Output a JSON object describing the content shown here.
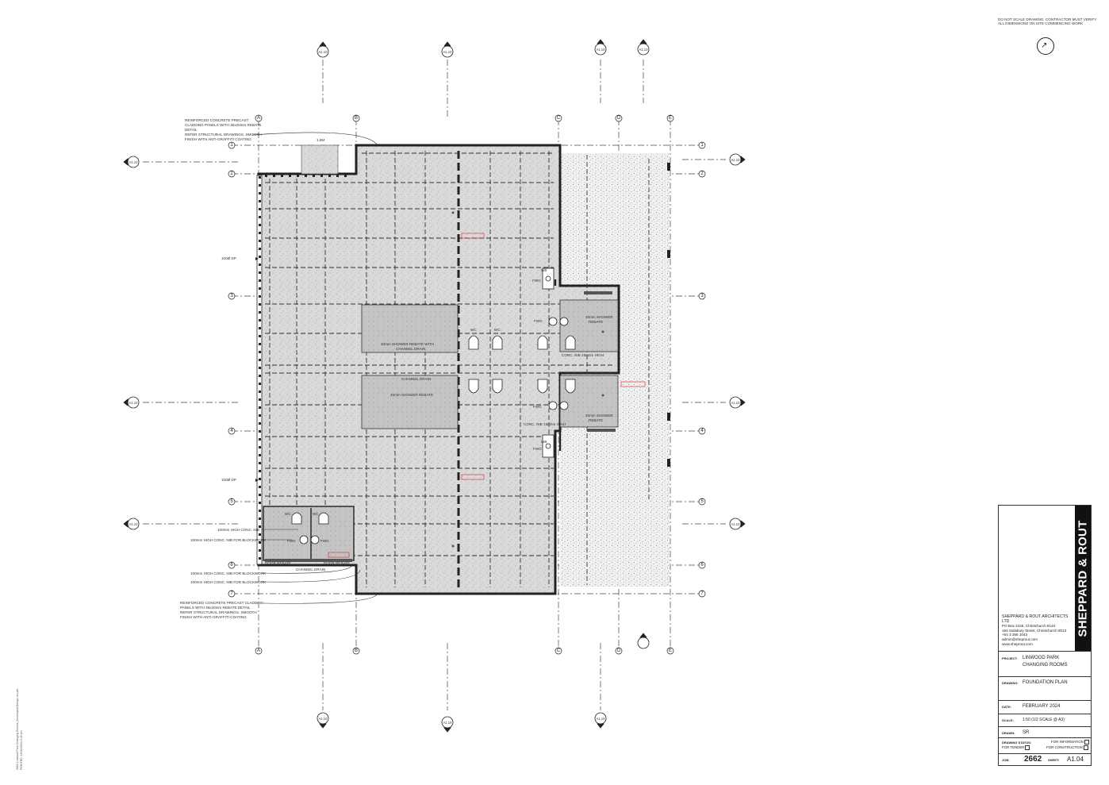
{
  "disclaimer": [
    "DO NOT SCALE DRAWING. CONTRACTOR MUST VERIFY",
    "ALL DIMENSIONS ON SITE COMMENCING WORK"
  ],
  "grid": {
    "columns": [
      "A",
      "B",
      "C",
      "D",
      "E"
    ],
    "rows": [
      "1",
      "2",
      "3",
      "4",
      "5",
      "6",
      "7"
    ]
  },
  "section_tags": {
    "top": [
      "A1.10",
      "A1.10",
      "A1.10",
      "A1.10"
    ],
    "left": [
      "A1.10",
      "A1.10",
      "A1.10"
    ],
    "right": [
      "A1.10",
      "A1.10",
      "A1.10"
    ],
    "bottom": [
      "A1.10",
      "A1.10",
      "A1.10"
    ]
  },
  "notes": {
    "top_left": [
      "REINFORCED CONCRETE PRECAST",
      "CLADDING PANELS WITH 35x20mm REBATE",
      "DETAIL",
      "REFER STRUCTURAL DRAWINGS. SMOOTH",
      "FINISH WITH ANTI-GRAFFITI COATING"
    ],
    "bottom_left": [
      "REINFORCED CONCRETE PRECAST CLADDING",
      "PANELS WITH 35x20mm REBATE DETAIL",
      "REFER STRUCTURAL DRAWINGS. SMOOTH",
      "FINISH WITH ANTI-GRAFFITI COATING"
    ],
    "downpipe_1": "100Ø DP",
    "downpipe_2": "100Ø DP",
    "nib_1": "100mm HIGH CONC. NIB",
    "nib_2": "100mm HIGH CONC. NIB FOR BLOCKWORK",
    "nib_3": "100mm HIGH CONC. NIB FOR BLOCKWORK",
    "nib_4": "100mm HIGH CONC. NIB FOR BLOCKWORK",
    "dim_top": "1.8M",
    "shower_rebate_1": "40mm SHOWER REBATE WITH",
    "channel_drain_1": "CHANNEL DRAIN",
    "channel_drain_2": "CHANNEL DRAIN",
    "shower_rebate_2": "40mm SHOWER REBATE",
    "shower_rebate_3": "40mm SHOWER",
    "rebate": "REBATE",
    "shower_rebate_4": "40mm SHOWER",
    "rebate_2": "REBATE",
    "conc_nib_1": "CONC. NIB 150mm HIGH",
    "conc_nib_2": "CONC. NIB 150mm HIGH",
    "door_rebate_1": "DOOR REBATE",
    "door_rebate_2": "DOOR REBATE",
    "channel_drain_3": "CHANNEL DRAIN",
    "fwg": "FWG",
    "wc": "WC",
    "wb": "WB"
  },
  "title_block": {
    "brand": "SHEPPARD & ROUT",
    "firm_name": "SHEPPARD & ROUT ARCHITECTS LTD",
    "firm_lines": [
      "PO Box 2426, Christchurch 8140",
      "164 Salisbury Street, Christchurch 8013",
      "+64 3 366 1043",
      "admin@sheprout.com",
      "www.sheprout.com"
    ],
    "project_label": "PROJECT:",
    "project": [
      "LINWOOD PARK",
      "CHANGING ROOMS"
    ],
    "drawing_label": "DRAWING:",
    "drawing": "FOUNDATION PLAN",
    "date_label": "DATE:",
    "date": "FEBRUARY 2024",
    "scale_label": "SCALE:",
    "scale": "1:50 (1/2 SCALE @ A3)",
    "drawn_label": "DRAWN:",
    "drawn": "SR",
    "status_label": "DRAWING STATUS:",
    "status_info": "FOR INFORMATION",
    "status_tender": "FOR TENDER",
    "status_construction": "FOR CONSTRUCTION",
    "job_label": "JOB:",
    "job": "2662",
    "sheet_label": "SHEET:",
    "sheet": "A1.04"
  },
  "file_ref": [
    "2662 Linwood Park Changing Rooms_Developed Design rev.pln",
    "PRINTED: 19/02/2024 3:45 pm"
  ],
  "colors": {
    "ink": "#222222",
    "slab": "#d8d8d8",
    "slab_dark": "#bdbdbd",
    "apron": "#eeeeee",
    "red": "#dd2222"
  }
}
